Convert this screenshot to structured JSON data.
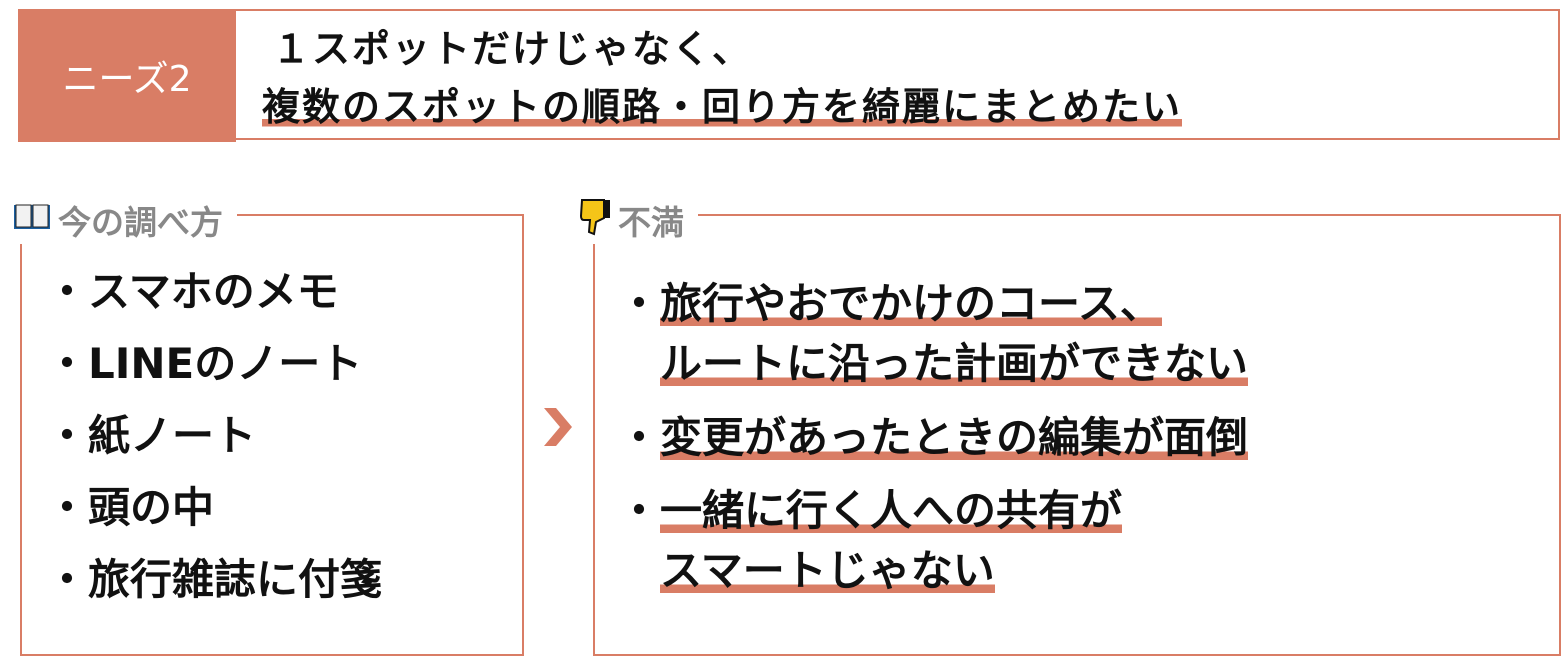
{
  "header": {
    "badge": "ニーズ2",
    "title_line1": "１スポットだけじゃなく、",
    "title_line2": "複数のスポットの順路・回り方を綺麗にまとめたい"
  },
  "current": {
    "icon": "open-book-icon",
    "heading": "今の調べ方",
    "bullet": "・",
    "items": [
      "スマホのメモ",
      "LINEのノート",
      "紙ノート",
      "頭の中",
      "旅行雑誌に付箋"
    ]
  },
  "complaints": {
    "icon": "thumbs-down-icon",
    "heading": "不満",
    "bullet": "・",
    "items": [
      {
        "lines": [
          "旅行やおでかけのコース、",
          "ルートに沿った計画ができない"
        ]
      },
      {
        "lines": [
          "変更があったときの編集が面倒"
        ]
      },
      {
        "lines": [
          "一緒に行く人への共有が",
          "スマートじゃない"
        ]
      }
    ]
  },
  "colors": {
    "accent": "#d97d65",
    "heading": "#888888"
  }
}
